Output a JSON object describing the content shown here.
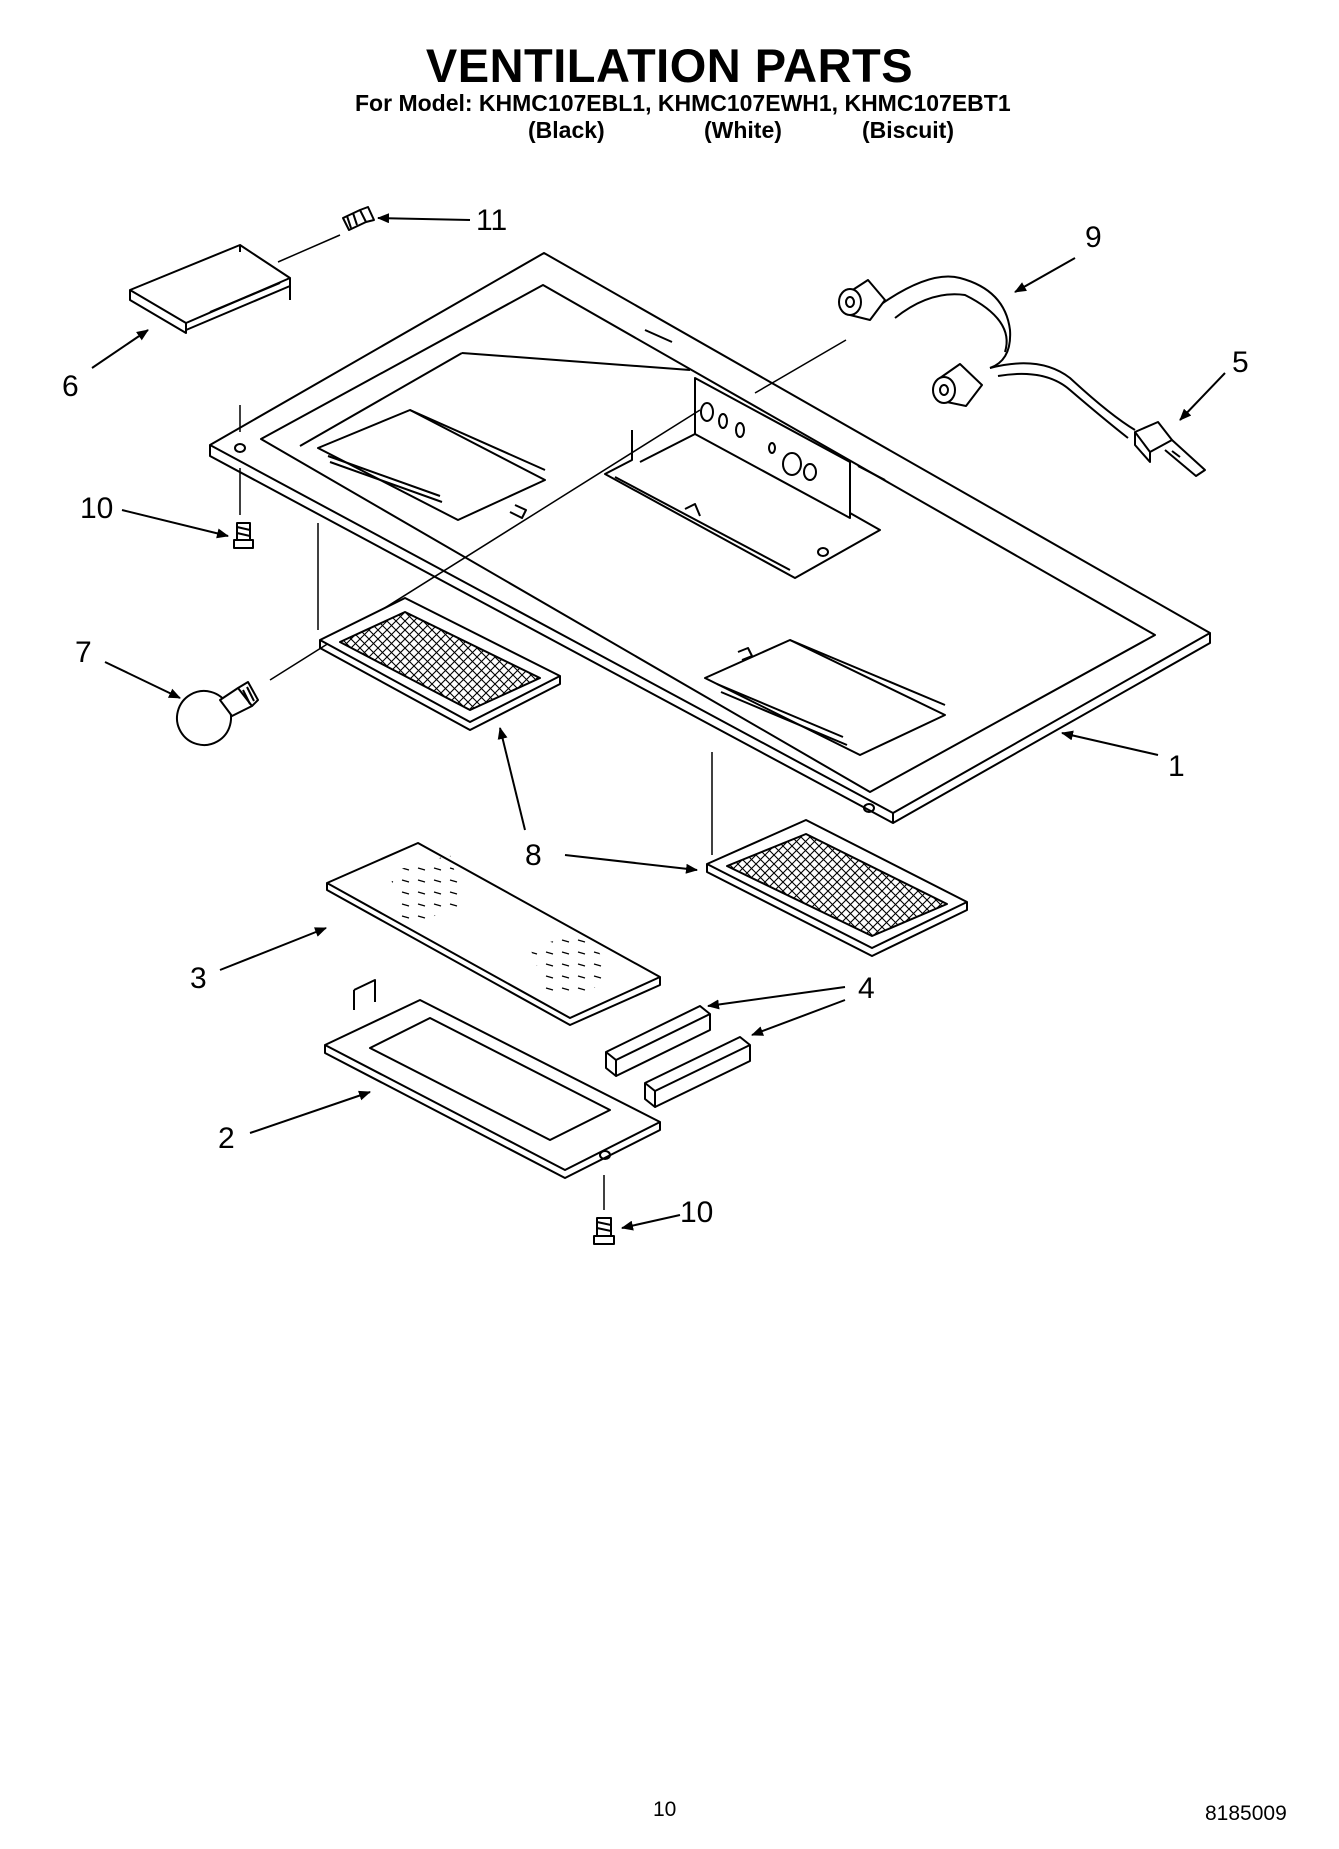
{
  "header": {
    "title": "VENTILATION PARTS",
    "model_line": "For Model: KHMC107EBL1, KHMC107EWH1, KHMC107EBT1",
    "colors": [
      "(Black)",
      "(White)",
      "(Biscuit)"
    ]
  },
  "callouts": {
    "p1": "1",
    "p2": "2",
    "p3": "3",
    "p4": "4",
    "p5": "5",
    "p6": "6",
    "p7": "7",
    "p8": "8",
    "p9": "9",
    "p10a": "10",
    "p10b": "10",
    "p11": "11"
  },
  "footer": {
    "page_number": "10",
    "document_number": "8185009"
  }
}
